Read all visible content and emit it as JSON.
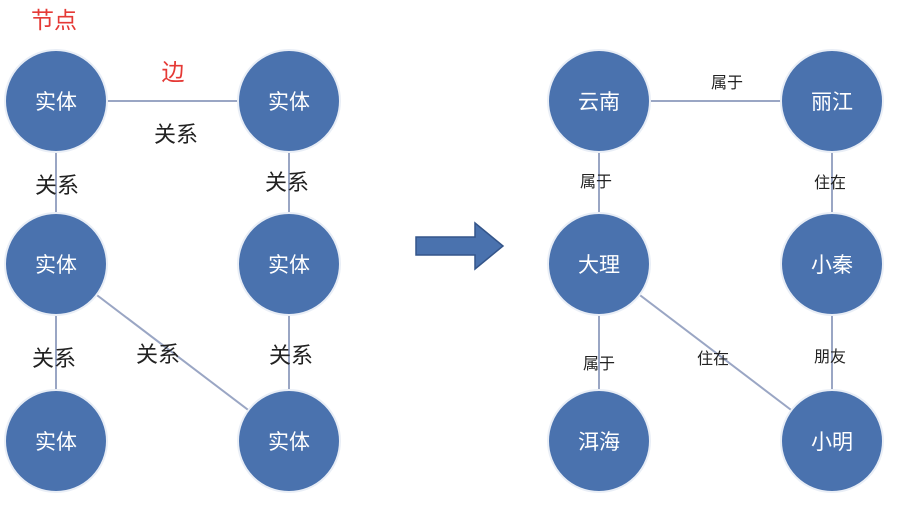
{
  "colors": {
    "node_fill": "#4a72ae",
    "node_stroke": "#e9eef6",
    "edge": "#9aa6c4",
    "legend_text": "#e53935",
    "arrow_fill": "#4a72ae",
    "arrow_stroke": "#34558a"
  },
  "legend": {
    "node_label": "节点",
    "edge_label": "边"
  },
  "left_graph": {
    "nodes": [
      {
        "label": "实体"
      },
      {
        "label": "实体"
      },
      {
        "label": "实体"
      },
      {
        "label": "实体"
      },
      {
        "label": "实体"
      },
      {
        "label": "实体"
      }
    ],
    "edges": [
      {
        "label": "关系"
      },
      {
        "label": "关系"
      },
      {
        "label": "关系"
      },
      {
        "label": "关系"
      },
      {
        "label": "关系"
      },
      {
        "label": "关系"
      }
    ]
  },
  "right_graph": {
    "nodes": [
      {
        "label": "云南"
      },
      {
        "label": "丽江"
      },
      {
        "label": "大理"
      },
      {
        "label": "小秦"
      },
      {
        "label": "洱海"
      },
      {
        "label": "小明"
      }
    ],
    "edges": [
      {
        "label": "属于"
      },
      {
        "label": "属于"
      },
      {
        "label": "住在"
      },
      {
        "label": "属于"
      },
      {
        "label": "住在"
      },
      {
        "label": "朋友"
      }
    ]
  },
  "transform_arrow": {
    "icon": "right-arrow-icon"
  }
}
